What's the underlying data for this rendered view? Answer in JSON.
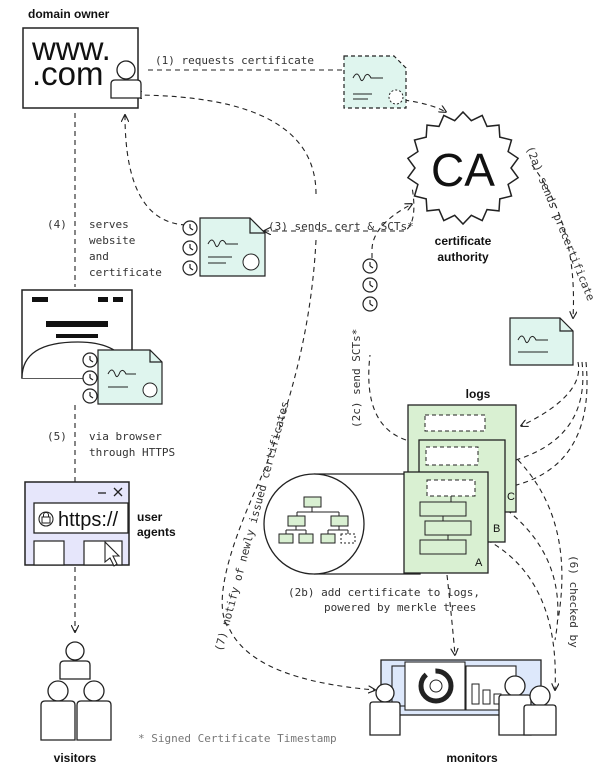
{
  "actors": {
    "domain_owner": "domain owner",
    "certificate_authority": "certificate authority",
    "ca_logo": "CA",
    "logs": "logs",
    "user_agents": "user agents",
    "visitors": "visitors",
    "monitors": "monitors"
  },
  "domain_display": {
    "line1": "www.",
    "line2": ".com"
  },
  "browser_url": "https://",
  "steps": {
    "s1": "(1) requests certificate",
    "s2a": "(2a) sends precertificate",
    "s2b_line1": "(2b) add certificate to logs,",
    "s2b_line2": "powered by merkle trees",
    "s2c": "(2c) send SCTs*",
    "s3": "(3) sends cert & SCTs*",
    "s4_num": "(4)",
    "s4_lines": [
      "serves",
      "website",
      "and",
      "certificate"
    ],
    "s5_num": "(5)",
    "s5_lines": [
      "via browser",
      "through HTTPS"
    ],
    "s6": "(6) checked by",
    "s7": "(7) notify of newly issued certificates"
  },
  "log_labels": [
    "A",
    "B",
    "C"
  ],
  "footnote": "* Signed Certificate Timestamp",
  "colors": {
    "cert_fill": "#dff5ee",
    "log_fill": "#d9f0d2",
    "browser_fill": "#e6e6fb",
    "monitor_fill": "#dde8fb",
    "line": "#222222"
  }
}
